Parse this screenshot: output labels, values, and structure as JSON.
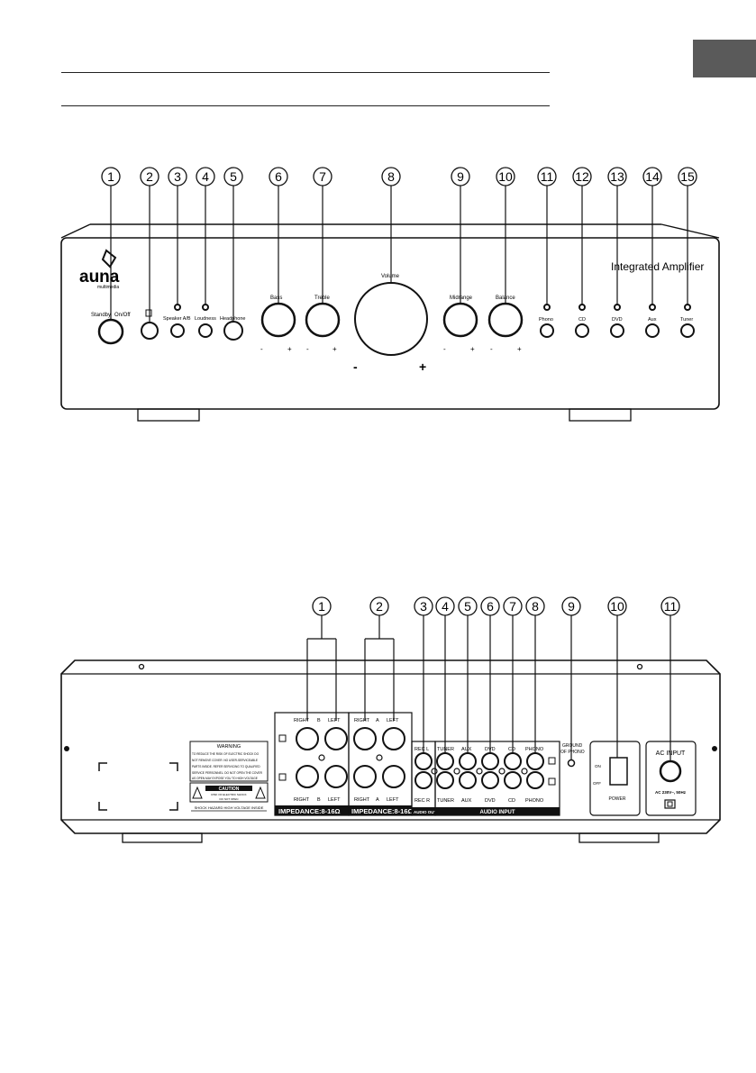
{
  "front": {
    "callouts": [
      "1",
      "2",
      "3",
      "4",
      "5",
      "6",
      "7",
      "8",
      "9",
      "10",
      "11",
      "12",
      "13",
      "14",
      "15"
    ],
    "brand": "auna",
    "brand_sub": "multimedia",
    "model_label": "Integrated Amplifier",
    "labels": {
      "standby": "Standby",
      "onoff": "On/Off",
      "speaker": "Speaker A/B",
      "loudness": "Loudness",
      "headphone": "Headphone",
      "bass": "Bass",
      "treble": "Treble",
      "volume": "Volume",
      "midrange": "Midrange",
      "balance": "Balance",
      "phono": "Phono",
      "cd": "CD",
      "dvd": "DVD",
      "aux": "Aux",
      "tuner": "Tuner"
    },
    "minus": "-",
    "plus": "+"
  },
  "rear": {
    "callouts": [
      "1",
      "2",
      "3",
      "4",
      "5",
      "6",
      "7",
      "8",
      "9",
      "10",
      "11"
    ],
    "warning_title": "WARNING",
    "warning_lines": [
      "TO REDUCE THE RISK OF ELECTRIC SHOCK DO",
      "NOT REMOVE COVER. NO USER-SERVICEABLE",
      "PARTS INSIDE. REFER SERVICING TO QUALIFIED",
      "SERVICE PERSONNEL. DO NOT OPEN THE COVER",
      "AS OPEN MAY EXPOSE YOU TO HIGH VOLTAGE"
    ],
    "caution_title": "CAUTION",
    "caution_sub1": "RISK OF ELECTRIC SHOCK",
    "caution_sub2": "DO NOT OPEN",
    "shock_line": "SHOCK HAZARD HIGH VOLTAGE INSIDE",
    "right": "RIGHT",
    "left": "LEFT",
    "b": "B",
    "a": "A",
    "impedance": "IMPEDANCE:8-16",
    "ohm": "Ω",
    "rec_l": "REC L",
    "rec_r": "REC R",
    "audio_out": "AUDIO OUT",
    "tuner": "TUNER",
    "aux": "AUX",
    "dvd": "DVD",
    "cd": "CD",
    "phono": "PHONO",
    "audio_input": "AUDIO INPUT",
    "ground1": "GROUND",
    "ground2": "OF PHONO",
    "on": "ON",
    "off": "OFF",
    "power": "POWER",
    "ac_input": "AC INPUT",
    "ac_spec": "AC 230V~, 50Hz"
  }
}
